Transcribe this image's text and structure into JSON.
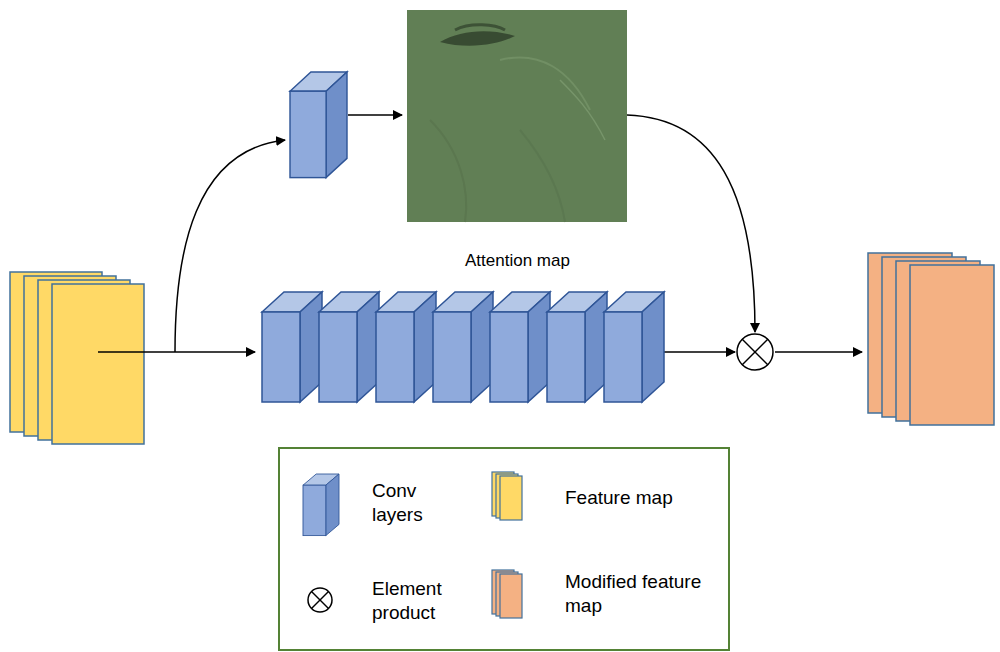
{
  "diagram": {
    "labels": [
      "Attention map"
    ],
    "legend": [
      {
        "text": "Conv layers"
      },
      {
        "text": "Feature map"
      },
      {
        "text": "Element product"
      },
      {
        "text": "Modified feature map"
      }
    ]
  }
}
